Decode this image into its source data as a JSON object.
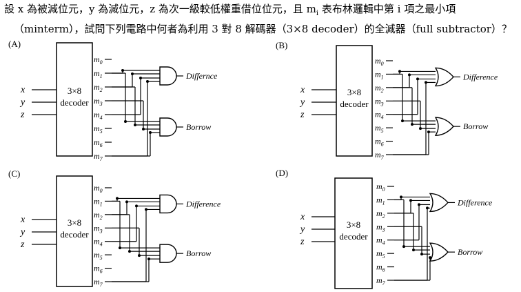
{
  "question": {
    "line1": "設 x 為被減位元，y 為減位元，z 為次一級較低權重借位位元，且 m",
    "line1_sub": "i",
    "line1_tail": " 表布林邏輯中第 i 項之最小項",
    "line2": "（minterm），試問下列電路中何者為利用 3 對 8 解碼器（3×8 decoder）的全減器（full subtractor）？"
  },
  "options": [
    {
      "label": "(A)",
      "decoder_line1": "3×8",
      "decoder_line2": "decoder",
      "inputs": [
        "x",
        "y",
        "z"
      ],
      "outputs": [
        "m0",
        "m1",
        "m2",
        "m3",
        "m4",
        "m5",
        "m6",
        "m7"
      ],
      "out_top": "Differnce",
      "out_bottom": "Borrow",
      "gate": "AND"
    },
    {
      "label": "(B)",
      "decoder_line1": "3×8",
      "decoder_line2": "decoder",
      "inputs": [
        "x",
        "y",
        "z"
      ],
      "outputs": [
        "m0",
        "m1",
        "m2",
        "m3",
        "m4",
        "m5",
        "m6",
        "m7"
      ],
      "out_top": "Difference",
      "out_bottom": "Borrow",
      "gate": "OR"
    },
    {
      "label": "(C)",
      "decoder_line1": "3×8",
      "decoder_line2": "decoder",
      "inputs": [
        "x",
        "y",
        "z"
      ],
      "outputs": [
        "m0",
        "m1",
        "m2",
        "m3",
        "m4",
        "m5",
        "m6",
        "m7"
      ],
      "out_top": "Difference",
      "out_bottom": "Borrow",
      "gate": "AND"
    },
    {
      "label": "(D)",
      "decoder_line1": "3×8",
      "decoder_line2": "decoder",
      "inputs": [
        "x",
        "y",
        "z"
      ],
      "outputs": [
        "m0",
        "m1",
        "m2",
        "m3",
        "m4",
        "m5",
        "m6",
        "m7"
      ],
      "out_top": "Difference",
      "out_bottom": "Borrow",
      "gate": "OR"
    }
  ]
}
